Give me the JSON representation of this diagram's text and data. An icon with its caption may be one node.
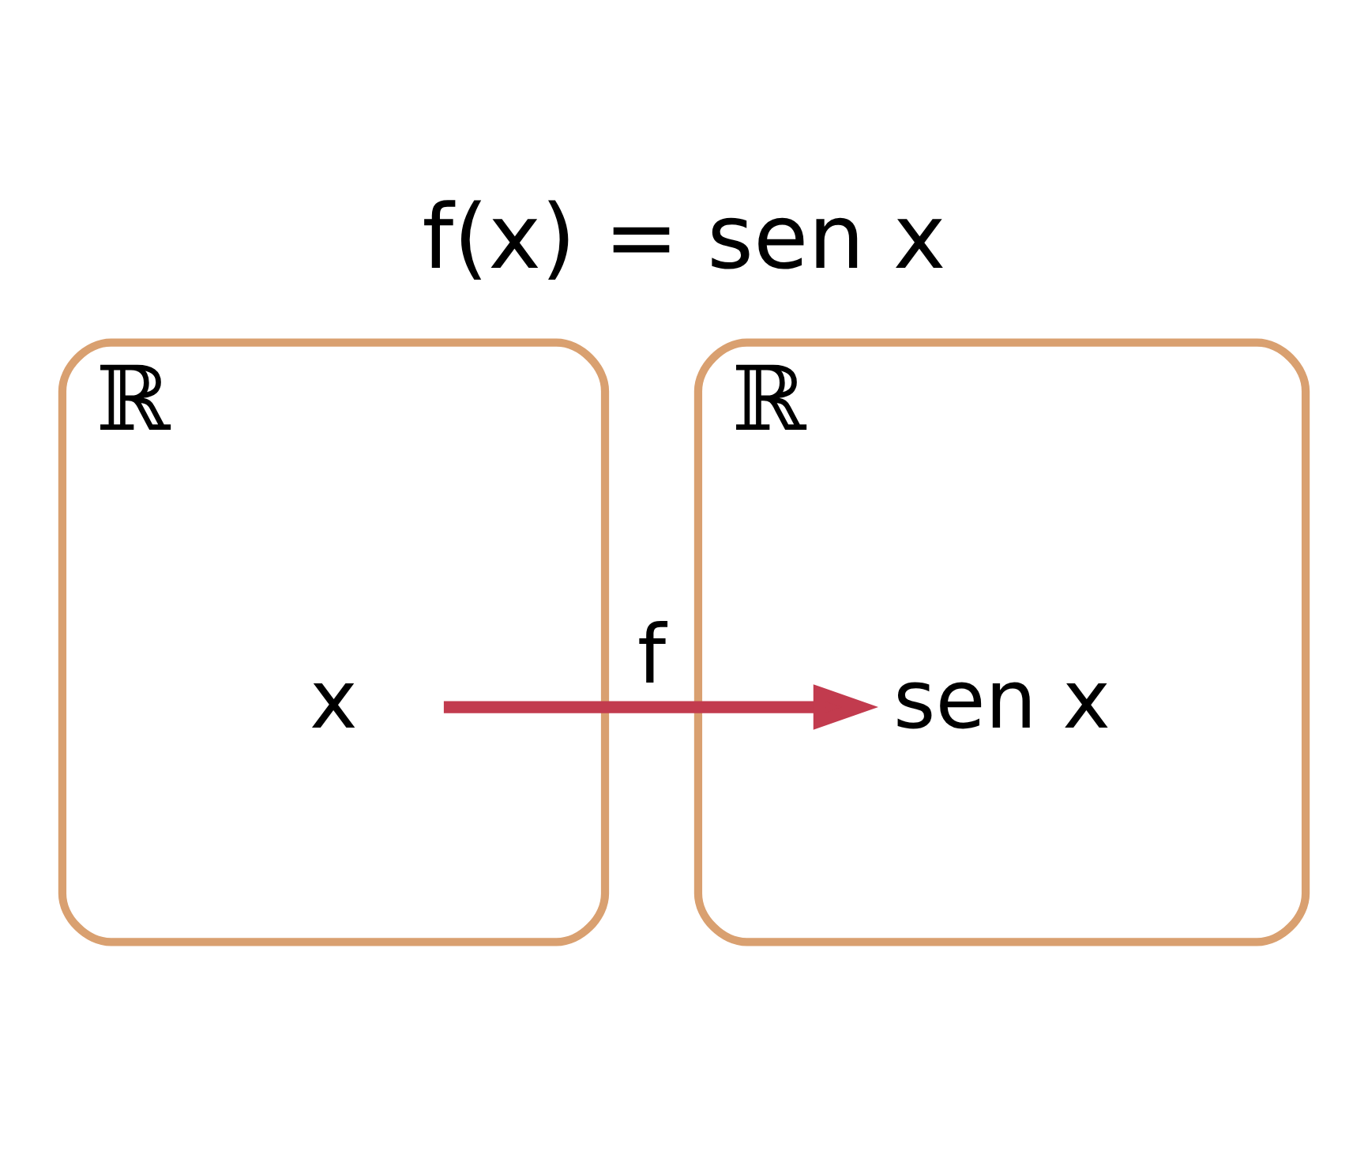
{
  "diagram": {
    "title": "f(x) = sen x",
    "nodes": [
      {
        "text": [
          "ℝ"
        ]
      },
      {
        "text": [
          "x"
        ],
        "in": 0
      },
      {
        "text": [
          "ℝ"
        ]
      },
      {
        "text": [
          "sen x"
        ],
        "in": 2
      }
    ],
    "edges": [
      {
        "from": 1,
        "to": 3,
        "arrow": "to",
        "label": "f",
        "color": "#c23b4e"
      }
    ]
  }
}
